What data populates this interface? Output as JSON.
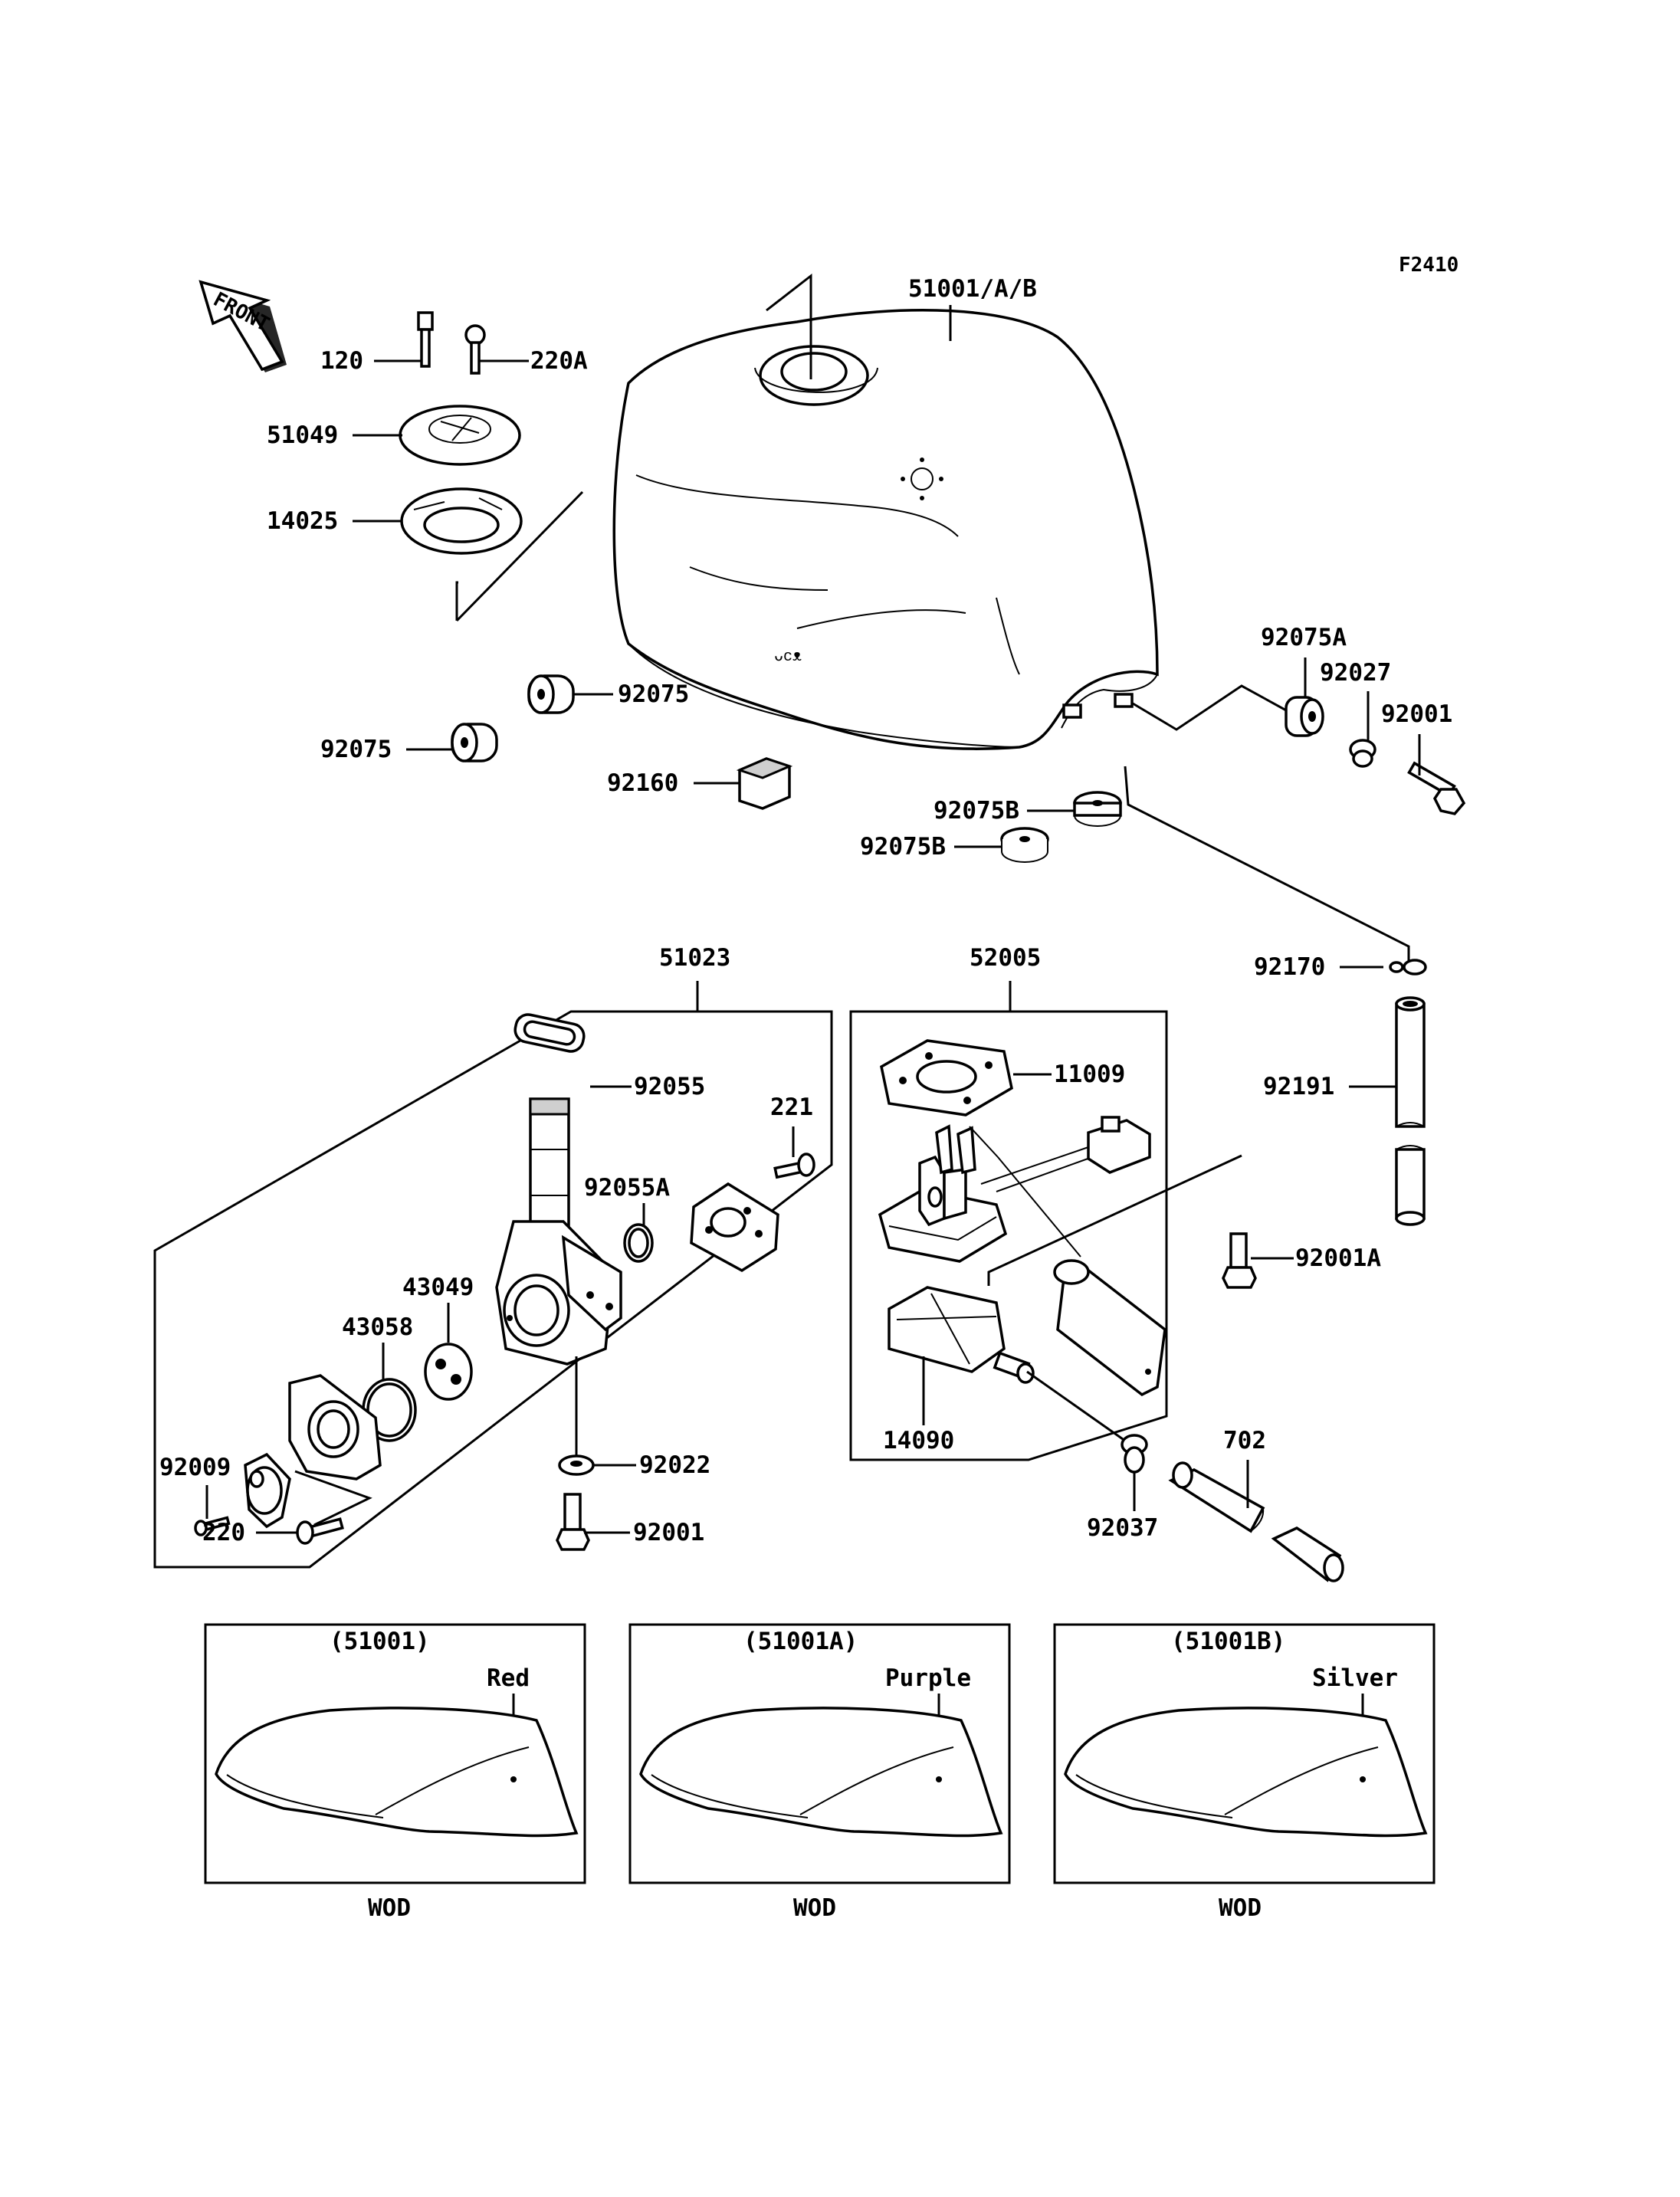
{
  "figure_code": "F2410",
  "front_label": "FRONT",
  "labels": {
    "tank": "51001/A/B",
    "p120": "120",
    "p220a": "220A",
    "p51049": "51049",
    "p14025": "14025",
    "p92075_upper": "92075",
    "p92075_lower": "92075",
    "p92160": "92160",
    "p92075a": "92075A",
    "p92027": "92027",
    "p92001_top": "92001",
    "p92075b_1": "92075B",
    "p92075b_2": "92075B",
    "p51023": "51023",
    "p92055": "92055",
    "p221": "221",
    "p92055a": "92055A",
    "p43049": "43049",
    "p43058": "43058",
    "p92009": "92009",
    "p92022": "92022",
    "p220": "220",
    "p92001_bottom": "92001",
    "p52005": "52005",
    "p11009": "11009",
    "p14090": "14090",
    "p92001a": "92001A",
    "p92037": "92037",
    "p702": "702",
    "p92170": "92170",
    "p92191": "92191"
  },
  "variants": [
    {
      "part": "(51001)",
      "color": "Red",
      "note": "WOD"
    },
    {
      "part": "(51001A)",
      "color": "Purple",
      "note": "WOD"
    },
    {
      "part": "(51001B)",
      "color": "Silver",
      "note": "WOD"
    }
  ]
}
